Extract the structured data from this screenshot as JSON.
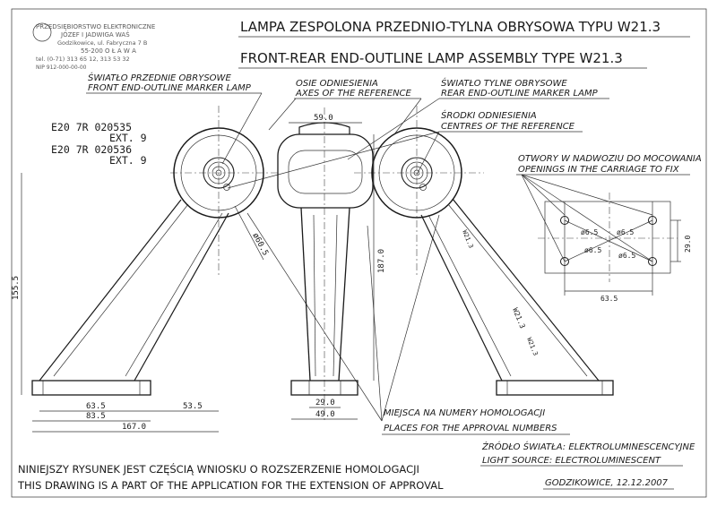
{
  "title": {
    "pl": "LAMPA  ZESPOLONA  PRZEDNIO-TYLNA  OBRYSOWA  TYPU  W21.3",
    "en": "FRONT-REAR  END-OUTLINE  LAMP  ASSEMBLY  TYPE  W21.3"
  },
  "stamp": {
    "lines": [
      "PRZEDSIĘBIORSTWO ELEKTRONICZNE",
      "JÓZEF I JADWIGA WAŚ",
      "Godzikowice, ul. Fabryczna 7 B",
      "55-200  O Ł A W A",
      "tel. (0-71) 313 65 12, 313 53 32",
      "NIP 912-000-00-00"
    ]
  },
  "labels": {
    "front_lamp_pl": "ŚWIATŁO PRZEDNIE OBRYSOWE",
    "front_lamp_en": "FRONT END-OUTLINE MARKER LAMP",
    "axes_pl": "OSIE ODNIESIENIA",
    "axes_en": "AXES OF THE REFERENCE",
    "rear_lamp_pl": "ŚWIATŁO TYLNE OBRYSOWE",
    "rear_lamp_en": "REAR END-OUTLINE MARKER LAMP",
    "centres_pl": "ŚRODKI ODNIESIENIA",
    "centres_en": "CENTRES OF THE REFERENCE",
    "openings_pl": "OTWORY W NADWOZIU DO MOCOWANIA",
    "openings_en": "OPENINGS IN THE CARRIAGE TO FIX",
    "places_pl": "MIEJSCA NA NUMERY HOMOLOGACJI",
    "places_en": "PLACES FOR THE APPROVAL NUMBERS",
    "source_pl": "ŹRÓDŁO ŚWIATŁA: ELEKTROLUMINESCENCYJNE",
    "source_en": "LIGHT SOURCE: ELECTROLUMINESCENT",
    "place_date": "GODZIKOWICE, 12.12.2007",
    "footer_pl": "NINIEJSZY RYSUNEK JEST CZĘŚCIĄ WNIOSKU O ROZSZERZENIE HOMOLOGACJI",
    "footer_en": "THIS DRAWING IS A PART OF THE APPLICATION FOR THE EXTENSION OF APPROVAL",
    "lamp_mark": "W21.3",
    "lamp_mark_left": "W21.3",
    "lamp_mark_right": "W21.3"
  },
  "approvals": [
    {
      "code": "E20  7R  020535",
      "ext": "EXT. 9"
    },
    {
      "code": "E20  7R  020536",
      "ext": "EXT. 9"
    }
  ],
  "dimensions": {
    "d_59": "59.0",
    "d_187": "187.0",
    "d_155": "155.5",
    "d_60": "ø60.5",
    "d_63a": "63.5",
    "d_83": "83.5",
    "d_53": "53.5",
    "d_167": "167.0",
    "d_29": "29.0",
    "d_49": "49.0",
    "d_65a": "ø6.5",
    "d_65b": "ø6.5",
    "d_65c": "ø6.5",
    "d_65d": "ø6.5",
    "d_63b": "63.5",
    "d_29b": "29.0"
  }
}
